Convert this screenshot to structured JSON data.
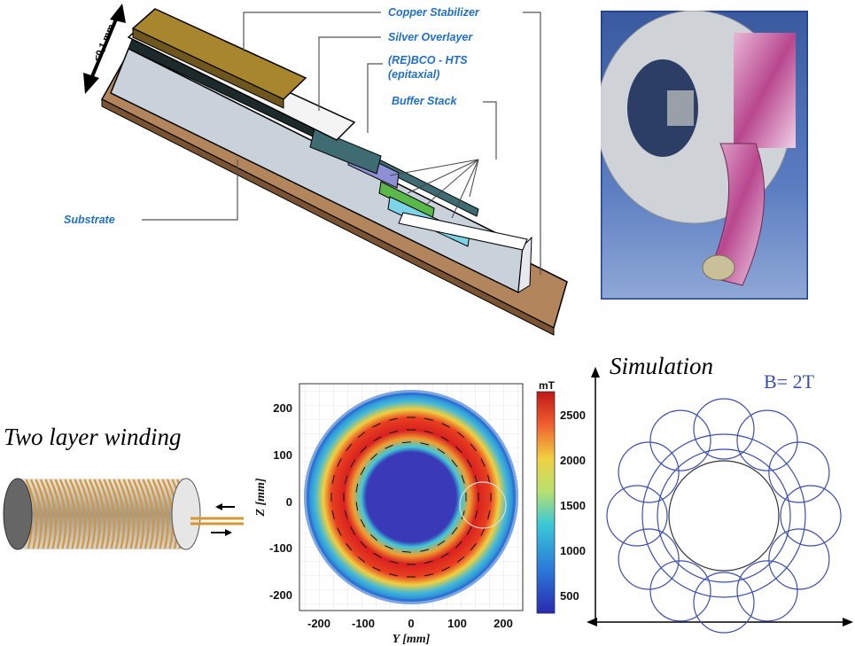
{
  "tape_diagram": {
    "thickness": "<0,1 mm",
    "layers": {
      "copper": "Copper Stabilizer",
      "silver": "Silver Overlayer",
      "rebco_line1": "(RE)BCO - HTS",
      "rebco_line2": "(epitaxial)",
      "buffer": "Buffer Stack",
      "substrate": "Substrate"
    },
    "colors": {
      "copper": "#a8862e",
      "substrate": "#c9d2da",
      "base": "#b3855d",
      "buffer_1": "#8f8fd6",
      "buffer_2": "#5ab84a",
      "buffer_3": "#7fd3e8",
      "rebco": "#3f6c72",
      "label": "#1f6fc8"
    }
  },
  "winding": {
    "title": "Two layer winding",
    "colors": {
      "coil": "#d9952e",
      "tube": "#b9b9b9"
    }
  },
  "field_map": {
    "colorbar_unit": "mT",
    "colorbar_ticks": [
      "2500",
      "2000",
      "1500",
      "1000",
      "500"
    ],
    "x_label": "Y [mm]",
    "y_label": "Z [mm]",
    "x_ticks": [
      "-200",
      "-100",
      "0",
      "100",
      "200"
    ],
    "y_ticks": [
      "200",
      "100",
      "0",
      "-100",
      "-200"
    ]
  },
  "simulation": {
    "title": "Simulation",
    "field_label": "B= 2T",
    "colors": {
      "field_lines": "#3a4fb0"
    }
  }
}
